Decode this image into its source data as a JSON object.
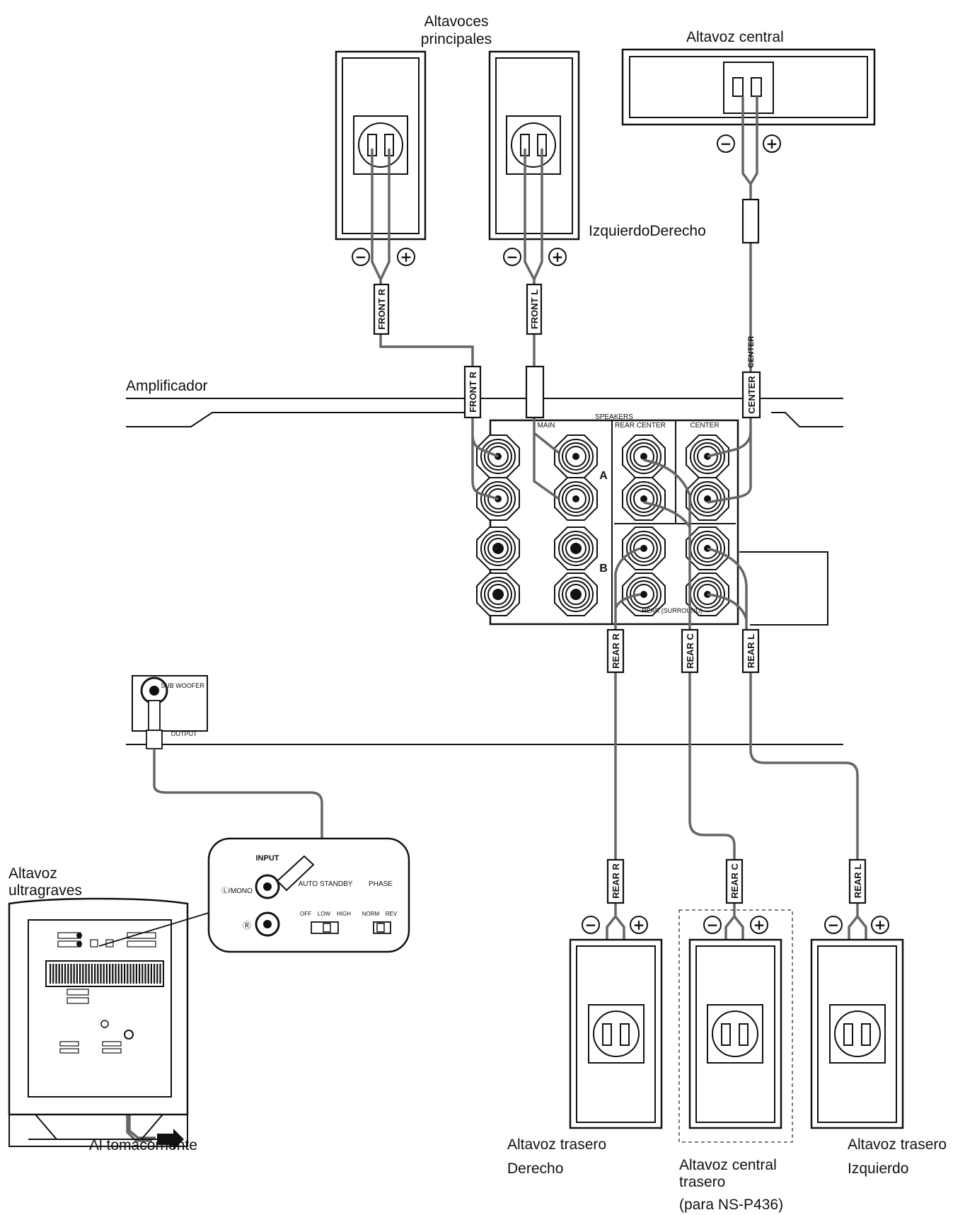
{
  "labels": {
    "main_speakers": "Altavoces principales",
    "center_speaker": "Altavoz central",
    "left_right": "IzquierdoDerecho",
    "amplifier": "Amplificador",
    "subwoofer_line1": "Altavoz",
    "subwoofer_line2": "ultragraves",
    "outlet": "Al tomacorriente",
    "rear_right_line1": "Altavoz trasero",
    "rear_right_line2": "Derecho",
    "rear_center_line1": "Altavoz central",
    "rear_center_line2": "trasero",
    "rear_center_line3": "(para NS-P436)",
    "rear_left_line1": "Altavoz trasero",
    "rear_left_line2": "Izquierdo"
  },
  "cable_tags": {
    "front_r": "FRONT R",
    "front_l": "FRONT L",
    "center": "CENTER",
    "rear_r": "REAR R",
    "rear_c": "REAR C",
    "rear_l": "REAR L"
  },
  "panel": {
    "speakers": "SPEAKERS",
    "main": "MAIN",
    "rear_center": "REAR CENTER",
    "center": "CENTER",
    "a": "A",
    "b": "B",
    "rear_surround": "REAR (SURROUND)",
    "sub_woofer": "SUB WOOFER",
    "output": "OUTPUT"
  },
  "sub_panel": {
    "input": "INPUT",
    "mono": "Ⓛ/MONO",
    "right": "Ⓡ",
    "auto_standby": "AUTO STANDBY",
    "phase": "PHASE",
    "off": "OFF",
    "low": "LOW",
    "high": "HIGH",
    "norm": "NORM",
    "rev": "REV"
  },
  "terminals": {
    "minus": "−",
    "plus": "+"
  }
}
